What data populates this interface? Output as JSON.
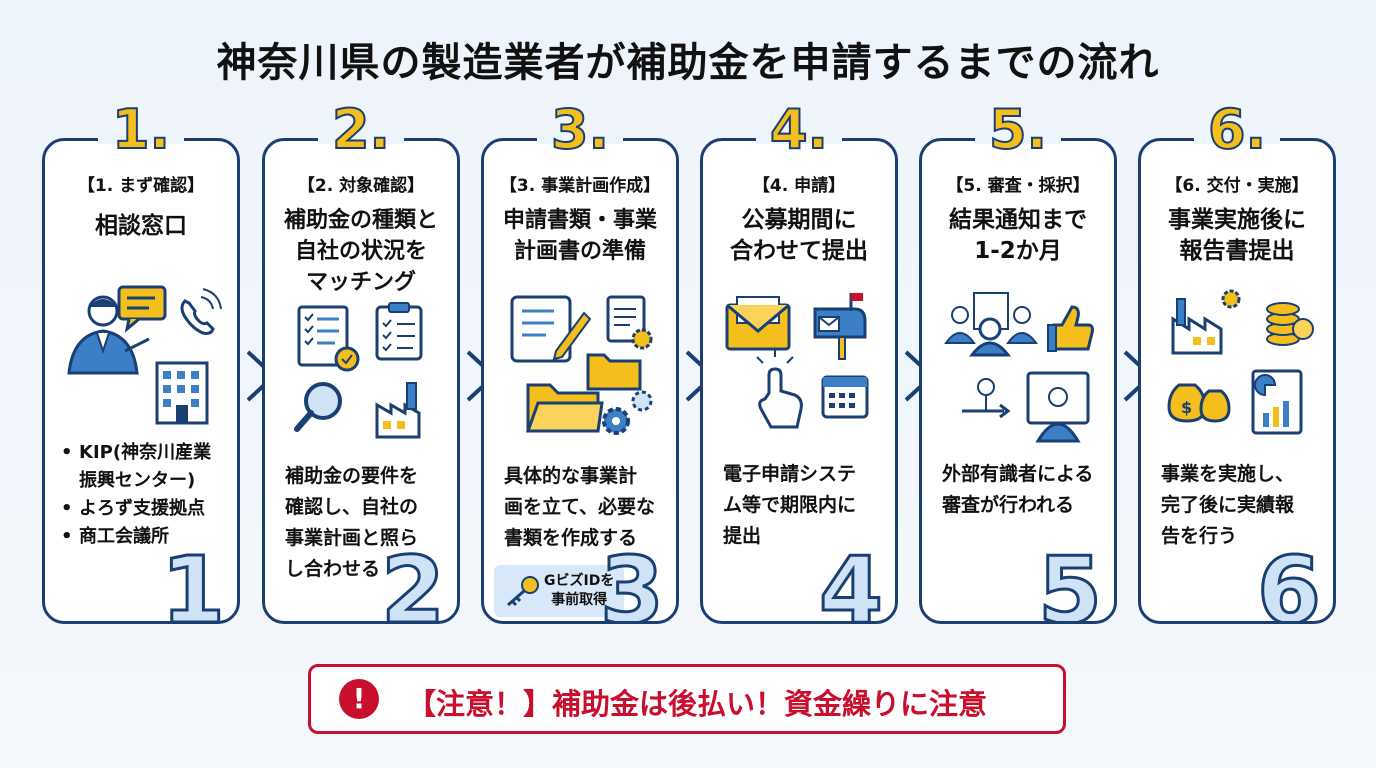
{
  "title": "神奈川県の製造業者が補助金を申請するまでの流れ",
  "steps": [
    {
      "number": "1.",
      "header": "【1. まず確認】",
      "subtitle": "相談窓口",
      "bullets": [
        "KIP(神奈川産業\n振興センター)",
        "よろず支援拠点",
        "商工会議所"
      ],
      "big_number": "1",
      "icons": [
        "consultant-person-icon",
        "chat-bubble-icon",
        "phone-icon",
        "office-building-icon"
      ]
    },
    {
      "number": "2.",
      "header": "【2. 対象確認】",
      "subtitle": "補助金の種類と\n自社の状況を\nマッチング",
      "desc": "補助金の要件を\n確認し、自社の\n事業計画と照ら\nし合わせる",
      "big_number": "2",
      "icons": [
        "checklist-document-icon",
        "clipboard-icon",
        "magnifier-icon",
        "factory-icon"
      ]
    },
    {
      "number": "3.",
      "header": "【3. 事業計画作成】",
      "subtitle": "申請書類・事業\n計画書の準備",
      "desc": "具体的な事業計\n画を立て、必要な\n書類を作成する",
      "note": "GビズIDを\n事前取得",
      "big_number": "3",
      "icons": [
        "tablet-pen-icon",
        "document-gear-icon",
        "folder-icon",
        "folder-open-icon",
        "gears-icon",
        "key-icon"
      ]
    },
    {
      "number": "4.",
      "header": "【4. 申請】",
      "subtitle": "公募期間に\n合わせて提出",
      "desc": "電子申請システ\nム等で期限内に\n提出",
      "big_number": "4",
      "icons": [
        "envelope-icon",
        "mailbox-icon",
        "click-hand-icon",
        "calendar-icon"
      ]
    },
    {
      "number": "5.",
      "header": "【5. 審査・採択】",
      "subtitle": "結果通知まで\n1-2か月",
      "desc": "外部有識者による\n審査が行われる",
      "big_number": "5",
      "icons": [
        "review-panel-icon",
        "thumbs-up-icon",
        "timeline-icon",
        "presenter-screen-icon"
      ]
    },
    {
      "number": "6.",
      "header": "【6. 交付・実施】",
      "subtitle": "事業実施後に\n報告書提出",
      "desc": "事業を実施し、\n完了後に実績報\n告を行う",
      "big_number": "6",
      "icons": [
        "factory-gear-icon",
        "coins-icon",
        "money-bags-icon",
        "report-chart-icon"
      ]
    }
  ],
  "notice": {
    "mark": "!",
    "text": "【注意！】補助金は後払い！資金繰りに注意"
  },
  "colors": {
    "navy": "#1a3f73",
    "yellow": "#f4bf1c",
    "light_blue": "#cfe2f6",
    "red": "#c8102e"
  }
}
